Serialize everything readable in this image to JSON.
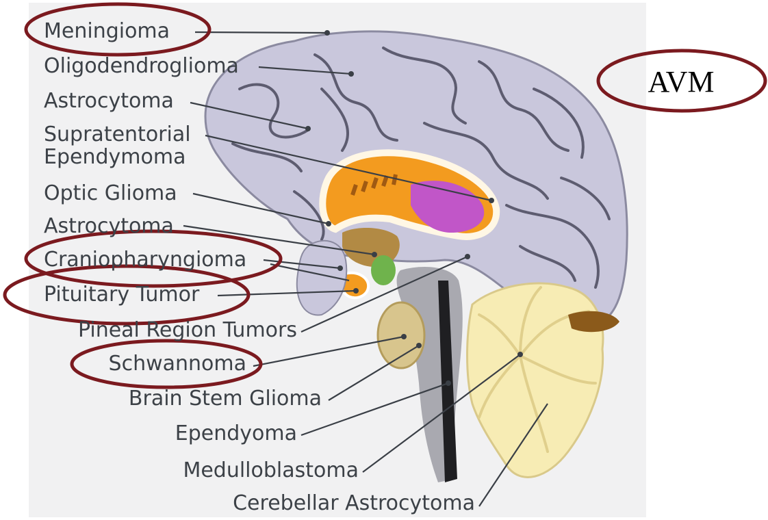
{
  "labels": {
    "meningioma": "Meningioma",
    "oligodendroglioma": "Oligodendroglioma",
    "astrocytoma_1": "Astrocytoma",
    "supratentorial_line1": "Supratentorial",
    "supratentorial_line2": "Ependymoma",
    "optic_glioma": "Optic Glioma",
    "astrocytoma_2": "Astrocytoma",
    "craniopharyngioma": "Craniopharyngioma",
    "pituitary_tumor": "Pituitary Tumor",
    "pineal_region": "Pineal Region Tumors",
    "schwannoma": "Schwannoma",
    "brain_stem_glioma": "Brain Stem Glioma",
    "ependyoma": "Ependyoma",
    "medulloblastoma": "Medulloblastoma",
    "cerebellar_astrocytoma": "Cerebellar Astrocytoma"
  },
  "annotation": {
    "avm": "AVM"
  },
  "colors": {
    "panel_bg": "#f1f1f2",
    "label_text": "#3c4147",
    "leader_line": "#3a3f46",
    "highlight_ellipse": "#7b1a1f",
    "cortex": "#c9c7dc",
    "cortex_fold": "#5d5c70",
    "corpus_callosum": "#f39b1f",
    "thalamus": "#c156c8",
    "cerebellum": "#f7ecb4",
    "brainstem": "#a9a9b0",
    "pons": "#d8c58d",
    "hypothalamus": "#6fb34c"
  }
}
